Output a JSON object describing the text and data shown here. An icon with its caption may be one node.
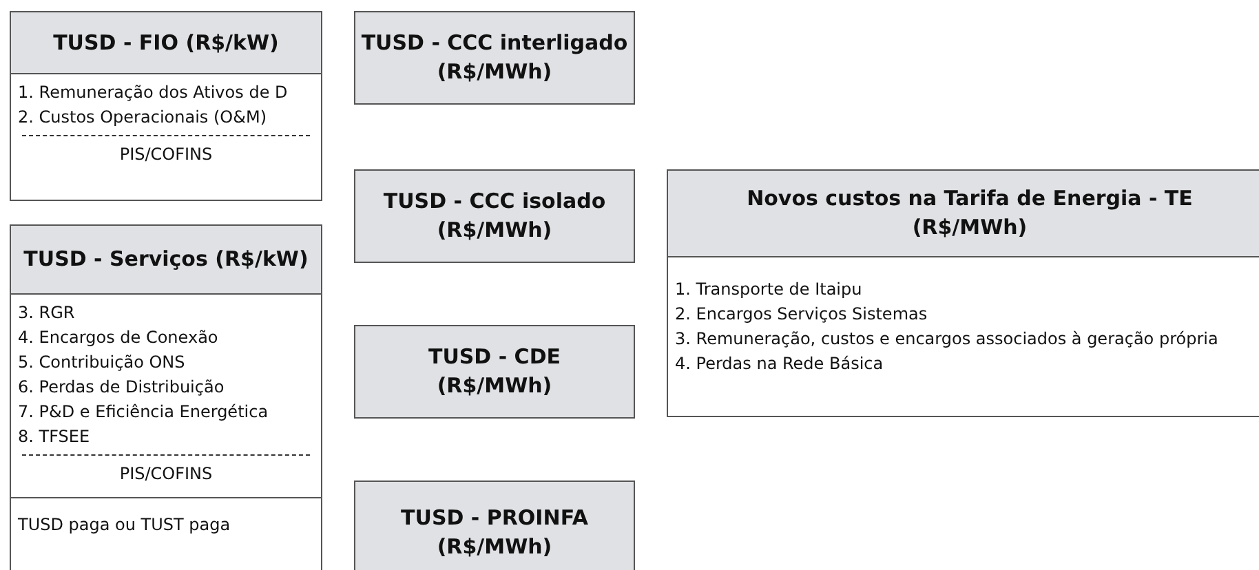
{
  "diagram": {
    "nodes": [
      {
        "text": [
          "TUSD - FIO (R$/kW)",
          "1. Remuneração dos Ativos de D",
          "2. Custos Operacionais (O&M)",
          "PIS/COFINS"
        ]
      },
      {
        "text": [
          "TUSD - Serviços (R$/kW)",
          "3. RGR",
          "4. Encargos de Conexão",
          "5. Contribuição ONS",
          "6. Perdas de Distribuição",
          "7. P&D e Eficiência Energética",
          "8. TFSEE",
          "PIS/COFINS",
          "TUSD paga ou TUST paga"
        ]
      },
      {
        "text": [
          "TUSD - CCC interligado",
          "(R$/MWh)"
        ]
      },
      {
        "text": [
          "TUSD - CCC isolado",
          "(R$/MWh)"
        ]
      },
      {
        "text": [
          "TUSD - CDE",
          "(R$/MWh)"
        ]
      },
      {
        "text": [
          "TUSD - PROINFA",
          "(R$/MWh)"
        ]
      },
      {
        "text": [
          "Novos custos na Tarifa de Energia - TE",
          "(R$/MWh)",
          "1. Transporte de Itaipu",
          "2. Encargos Serviços Sistemas",
          "3. Remuneração, custos e encargos associados à geração própria",
          "4. Perdas na Rede Básica"
        ]
      }
    ]
  }
}
